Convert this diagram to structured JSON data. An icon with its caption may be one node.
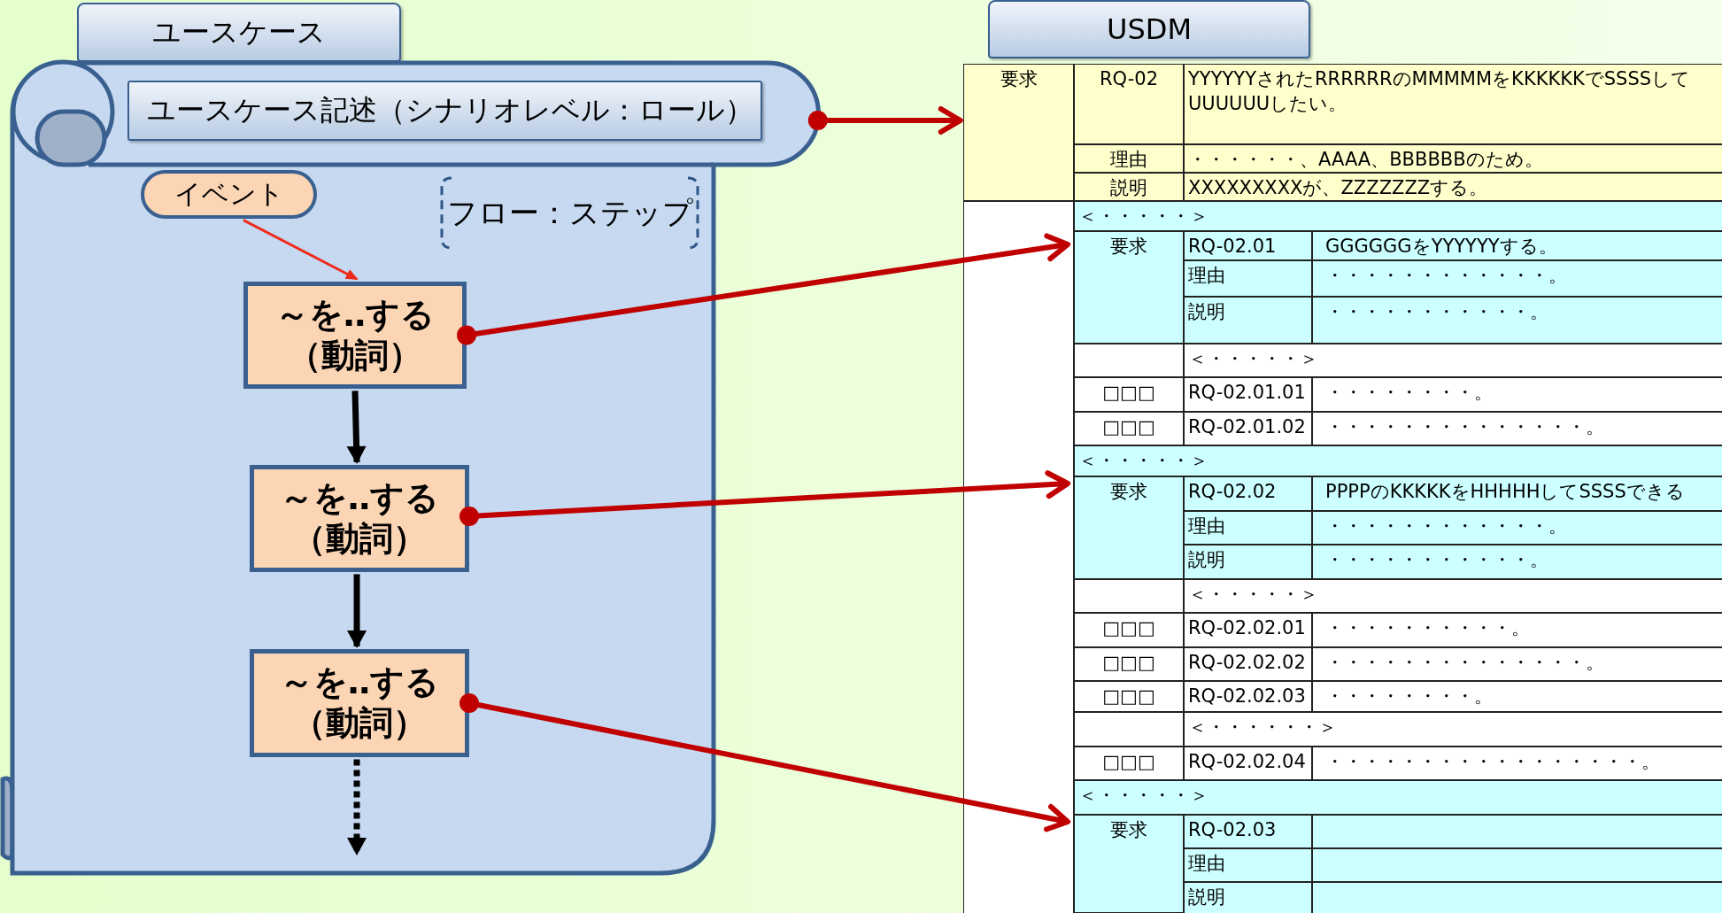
{
  "diagram": {
    "nodes": [
      {
        "text": [
          "ユースケース"
        ]
      },
      {
        "text": [],
        "shape": "scroll"
      },
      {
        "text": [
          "ユースケース記述（シナリオレベル：ロール）"
        ],
        "in": 1
      },
      {
        "text": [
          "イベント"
        ],
        "in": 1
      },
      {
        "text": [
          "フロー：ステップ"
        ],
        "in": 1
      },
      {
        "text": [
          "～を‥する",
          "（動詞）"
        ],
        "in": 1
      },
      {
        "text": [
          "～を‥する",
          "（動詞）"
        ],
        "in": 1
      },
      {
        "text": [
          "～を‥する",
          "（動詞）"
        ],
        "in": 1
      },
      {
        "text": [
          "USDM"
        ]
      },
      {
        "text": [
          "要求"
        ]
      },
      {
        "text": [
          "要求"
        ]
      },
      {
        "text": [
          "要求"
        ]
      },
      {
        "text": [
          "要求"
        ]
      }
    ],
    "edges": [
      {
        "from": 1,
        "to": 9,
        "arrow": "to"
      },
      {
        "from": 3,
        "to": 5,
        "arrow": "to",
        "color": "#ee2a1c"
      },
      {
        "from": 5,
        "to": 6,
        "arrow": "to",
        "color": "#000000"
      },
      {
        "from": 6,
        "to": 7,
        "arrow": "to",
        "color": "#000000"
      },
      {
        "from": 7,
        "to": null,
        "arrow": "to",
        "style": "dashed",
        "color": "#000000"
      },
      {
        "from": 5,
        "to": 10,
        "arrow": "to"
      },
      {
        "from": 6,
        "to": 11,
        "arrow": "to"
      },
      {
        "from": 7,
        "to": 12,
        "arrow": "to"
      }
    ],
    "labels": [
      "RQ-02",
      "YYYYYYされたRRRRRRのMMMMMをKKKKKKでSSSSしてUUUUUUしたい。",
      "理由",
      "・・・・・・、AAAA、BBBBBBのため。",
      "説明",
      "XXXXXXXXXが、ZZZZZZZする。",
      "＜・・・・・＞",
      "RQ-02.01",
      "GGGGGGをYYYYYYする。",
      "理由",
      "・・・・・・・・・・・・。",
      "説明",
      "・・・・・・・・・・・。",
      "＜・・・・・＞",
      "□□□",
      "RQ-02.01.01",
      "・・・・・・・・。",
      "□□□",
      "RQ-02.01.02",
      "・・・・・・・・・・・・・・。",
      "＜・・・・・＞",
      "RQ-02.02",
      "PPPPのKKKKKをHHHHHしてSSSSできる",
      "理由",
      "・・・・・・・・・・・・。",
      "説明",
      "・・・・・・・・・・・。",
      "＜・・・・・＞",
      "□□□",
      "RQ-02.02.01",
      "・・・・・・・・・・。",
      "□□□",
      "RQ-02.02.02",
      "・・・・・・・・・・・・・・。",
      "□□□",
      "RQ-02.02.03",
      "・・・・・・・・。",
      "＜・・・・・・＞",
      "□□□",
      "RQ-02.02.04",
      "・・・・・・・・・・・・・・・・・。",
      "＜・・・・・＞",
      "RQ-02.03",
      "理由",
      "説明"
    ]
  }
}
